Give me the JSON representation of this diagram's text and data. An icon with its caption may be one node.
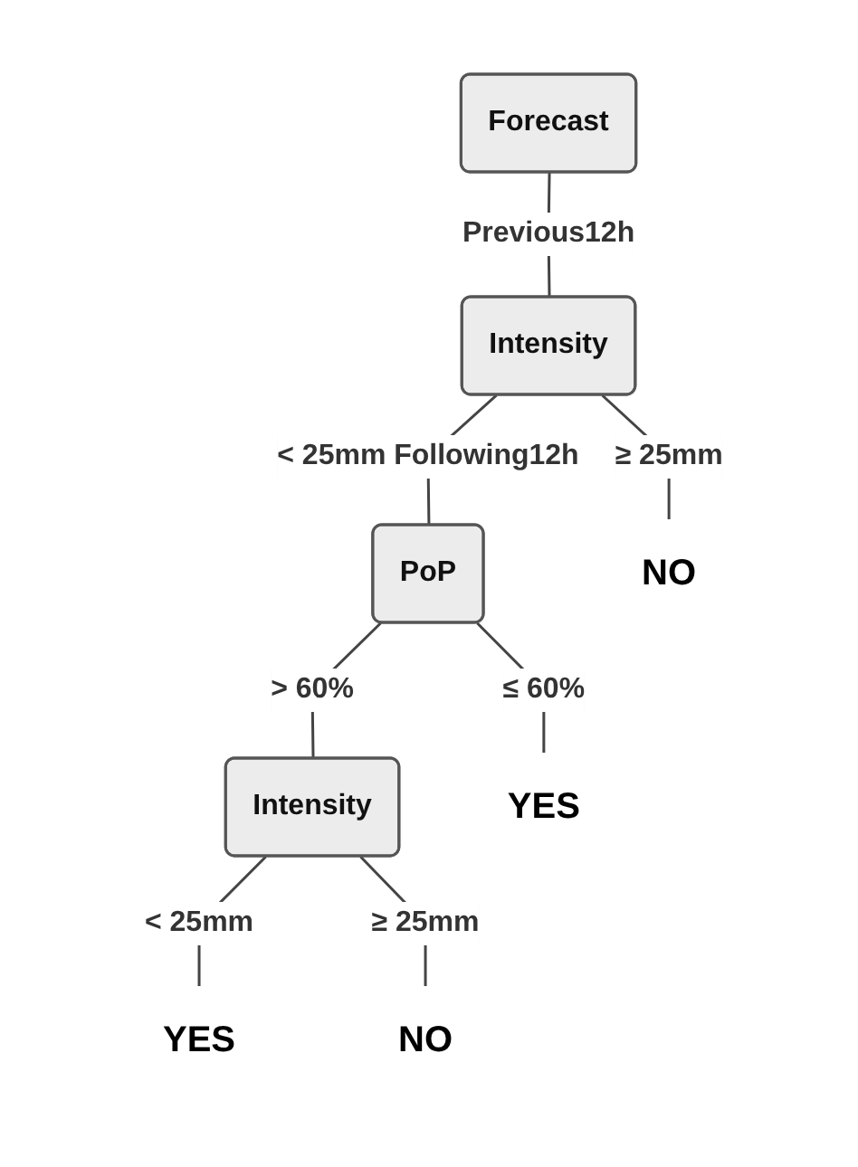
{
  "diagram": {
    "nodes": [
      {
        "text": [
          "Forecast"
        ]
      },
      {
        "text": [
          "Intensity"
        ]
      },
      {
        "text": [
          "PoP"
        ]
      },
      {
        "text": [
          "Intensity"
        ]
      },
      {
        "text": [
          "NO"
        ]
      },
      {
        "text": [
          "YES"
        ]
      },
      {
        "text": [
          "YES"
        ]
      },
      {
        "text": [
          "NO"
        ]
      }
    ],
    "edges": [
      {
        "from": 0,
        "to": 1,
        "arrow": "none",
        "label": "Previous12h"
      },
      {
        "from": 1,
        "to": 4,
        "arrow": "none",
        "label": "≥ 25mm"
      },
      {
        "from": 1,
        "to": 2,
        "arrow": "none",
        "label": "< 25mm Following12h"
      },
      {
        "from": 2,
        "to": 5,
        "arrow": "none",
        "label": "≤ 60%"
      },
      {
        "from": 2,
        "to": 3,
        "arrow": "none",
        "label": "> 60%"
      },
      {
        "from": 3,
        "to": 6,
        "arrow": "none",
        "label": "< 25mm"
      },
      {
        "from": 3,
        "to": 7,
        "arrow": "none",
        "label": "≥ 25mm"
      }
    ]
  }
}
